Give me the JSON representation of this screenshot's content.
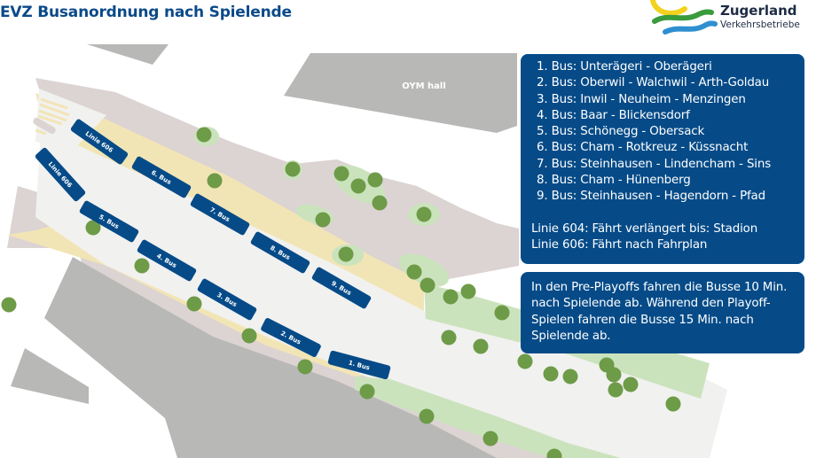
{
  "header": {
    "title": "EVZ Busanordnung nach Spielende"
  },
  "logo": {
    "name": "Zugerland",
    "subtitle": "Verkehrsbetriebe",
    "colors": {
      "yellow": "#f2d21c",
      "green": "#3a9b3c",
      "blue": "#2f8fd0"
    }
  },
  "map": {
    "building_label": "OYM hall",
    "buses": [
      {
        "id": "bus-1",
        "label": "1. Bus"
      },
      {
        "id": "bus-2",
        "label": "2. Bus"
      },
      {
        "id": "bus-3",
        "label": "3. Bus"
      },
      {
        "id": "bus-4",
        "label": "4. Bus"
      },
      {
        "id": "bus-5",
        "label": "5. Bus"
      },
      {
        "id": "bus-6",
        "label": "6. Bus"
      },
      {
        "id": "bus-7",
        "label": "7. Bus"
      },
      {
        "id": "bus-8",
        "label": "8. Bus"
      },
      {
        "id": "bus-9",
        "label": "9. Bus"
      },
      {
        "id": "linie-606-a",
        "label": "Linie 606"
      },
      {
        "id": "linie-606-b",
        "label": "Linie 606"
      }
    ],
    "colors": {
      "bus": "#064b88",
      "road": "#f1f1f0",
      "sidewalk": "#f2e5b5",
      "terrain": "#dcd3d3",
      "building": "#b8b8b7",
      "grass": "#cbe3bd",
      "tree": "#6d9b47"
    }
  },
  "legend": {
    "routes": [
      "1. Bus: Unterägeri - Oberägeri",
      "2. Bus: Oberwil - Walchwil - Arth-Goldau",
      "3. Bus: Inwil - Neuheim - Menzingen",
      "4. Bus: Baar - Blickensdorf",
      "5. Bus: Schönegg - Obersack",
      "6. Bus: Cham - Rotkreuz - Küssnacht",
      "7. Bus: Steinhausen - Lindencham - Sins",
      "8. Bus: Cham - Hünenberg",
      "9. Bus: Steinhausen - Hagendorn - Pfad"
    ],
    "notes": [
      "Linie 604: Fährt verlängert bis: Stadion",
      "Linie 606: Fährt nach Fahrplan"
    ]
  },
  "info": {
    "text": "In den Pre-Playoffs fahren die Busse 10 Min. nach Spielende ab. Während den Playoff-Spielen fahren die Busse 15 Min. nach Spielende ab."
  }
}
